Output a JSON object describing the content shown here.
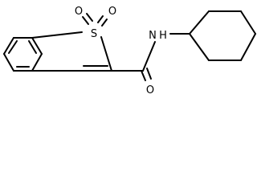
{
  "molecule": {
    "atoms": {
      "sulfur": "S",
      "sulfonyl_oxygen_left": "O",
      "sulfonyl_oxygen_right": "O",
      "amide_nitrogen": "N",
      "amide_hydrogen": "H",
      "carbonyl_oxygen": "O"
    }
  }
}
